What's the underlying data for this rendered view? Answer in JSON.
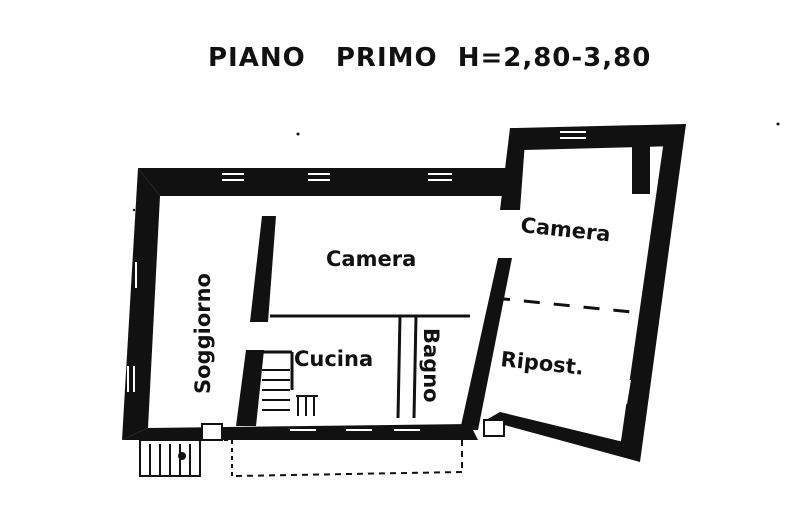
{
  "title": "PIANO   PRIMO  H=2,80-3,80",
  "rooms": {
    "soggiorno": "Soggiorno",
    "camera_center": "Camera",
    "camera_right": "Camera",
    "cucina": "Cucina",
    "bagno": "Bagno",
    "ripostiglio": "Ripost."
  },
  "colors": {
    "ink": "#111111",
    "paper": "#ffffff"
  }
}
